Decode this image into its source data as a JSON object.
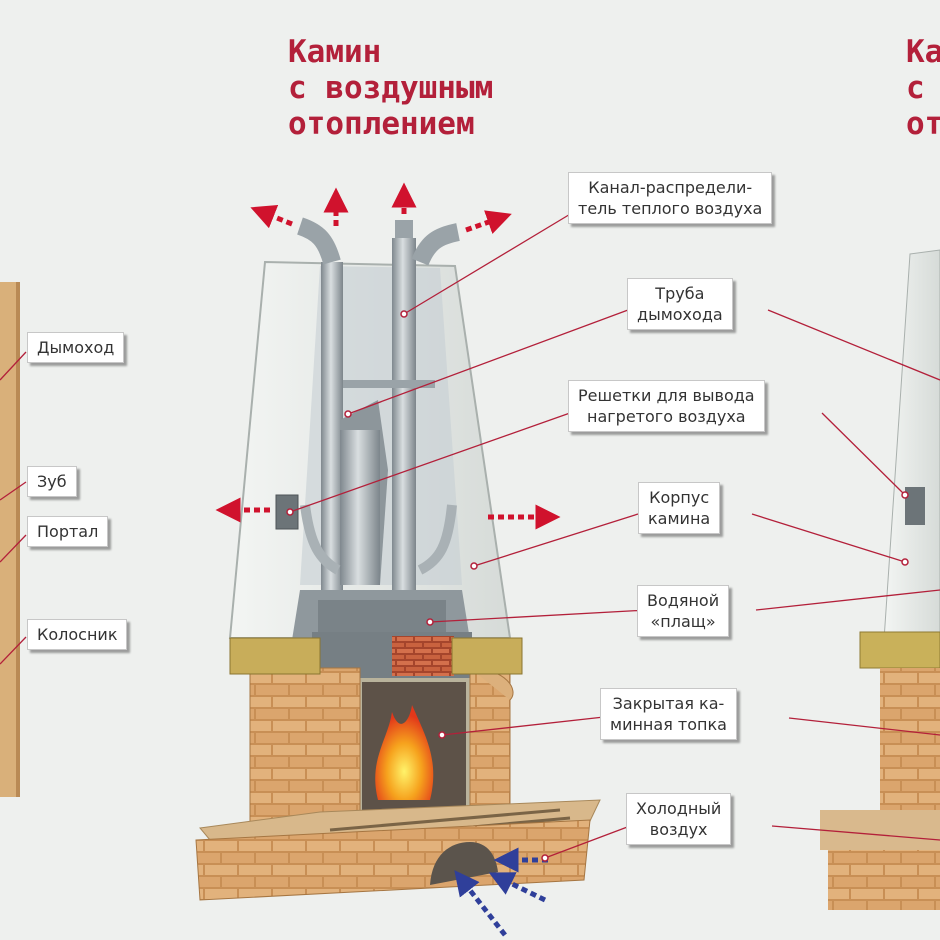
{
  "colors": {
    "title": "#b3203a",
    "arrow_warm": "#d0122d",
    "arrow_cold": "#2f3f9a",
    "leader": "#b3203a",
    "brick": "#d9a56b",
    "casing": "#e8ecea",
    "metal": "#9aa3a8",
    "fire": "#f08a1a"
  },
  "titles": {
    "main": "Камин\nс воздушным\nотоплением",
    "right_partial": "Ка\nс \nот"
  },
  "labels": {
    "left": [
      "Дымоход",
      "Зуб",
      "Портал",
      "Колосник"
    ],
    "right": [
      "Канал-распредели-\nтель теплого воздуха",
      "Труба\nдымохода",
      "Решетки для вывода\nнагретого воздуха",
      "Корпус\nкамина",
      "Водяной\n«плащ»",
      "Закрытая ка-\nминная топка",
      "Холодный\nвоздух"
    ]
  }
}
